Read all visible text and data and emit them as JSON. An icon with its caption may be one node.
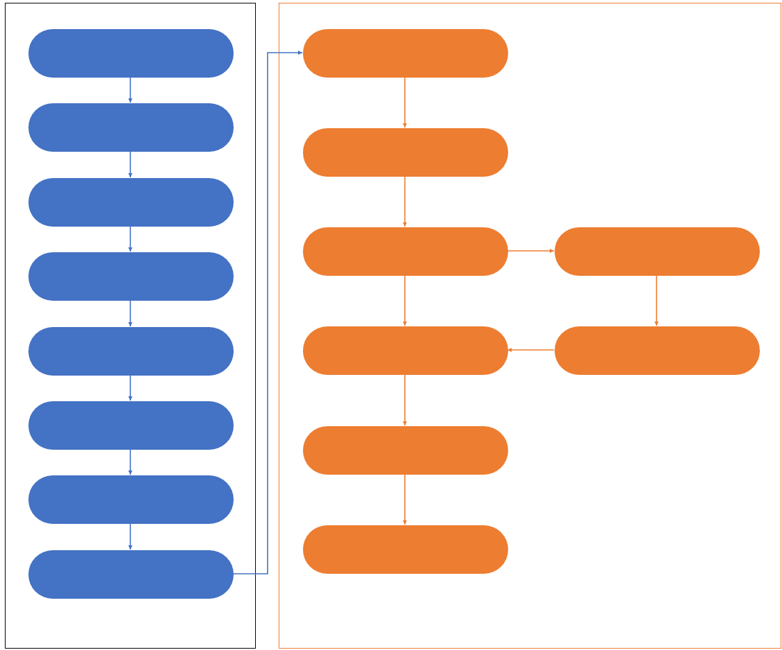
{
  "diagram": {
    "nodes": [
      {
        "text": [],
        "shape": "box"
      },
      {
        "text": [],
        "shape": "pill",
        "in": 0
      },
      {
        "text": [],
        "shape": "pill",
        "in": 0
      },
      {
        "text": [],
        "shape": "pill",
        "in": 0
      },
      {
        "text": [],
        "shape": "pill",
        "in": 0
      },
      {
        "text": [],
        "shape": "pill",
        "in": 0
      },
      {
        "text": [],
        "shape": "pill",
        "in": 0
      },
      {
        "text": [],
        "shape": "pill",
        "in": 0
      },
      {
        "text": [],
        "shape": "pill",
        "in": 0
      },
      {
        "text": [],
        "shape": "box"
      },
      {
        "text": [],
        "shape": "pill",
        "in": 9
      },
      {
        "text": [],
        "shape": "pill",
        "in": 9
      },
      {
        "text": [],
        "shape": "pill",
        "in": 9
      },
      {
        "text": [],
        "shape": "pill",
        "in": 9
      },
      {
        "text": [],
        "shape": "pill",
        "in": 9
      },
      {
        "text": [],
        "shape": "pill",
        "in": 9
      },
      {
        "text": [],
        "shape": "pill",
        "in": 9
      },
      {
        "text": [],
        "shape": "pill",
        "in": 9
      }
    ],
    "edges": [
      {
        "from": 1,
        "to": 2,
        "arrow": "to"
      },
      {
        "from": 2,
        "to": 3,
        "arrow": "to"
      },
      {
        "from": 3,
        "to": 4,
        "arrow": "to"
      },
      {
        "from": 4,
        "to": 5,
        "arrow": "to"
      },
      {
        "from": 5,
        "to": 6,
        "arrow": "to"
      },
      {
        "from": 6,
        "to": 7,
        "arrow": "to"
      },
      {
        "from": 7,
        "to": 8,
        "arrow": "to"
      },
      {
        "from": 8,
        "to": 10,
        "arrow": "to"
      },
      {
        "from": 10,
        "to": 11,
        "arrow": "to",
        "color": "#ed7d31"
      },
      {
        "from": 11,
        "to": 12,
        "arrow": "to",
        "color": "#ed7d31"
      },
      {
        "from": 12,
        "to": 13,
        "arrow": "to",
        "color": "#ed7d31"
      },
      {
        "from": 13,
        "to": 15,
        "arrow": "to",
        "color": "#ed7d31"
      },
      {
        "from": 15,
        "to": 14,
        "arrow": "to",
        "color": "#ed7d31"
      },
      {
        "from": 12,
        "to": 14,
        "arrow": "to",
        "color": "#ed7d31"
      },
      {
        "from": 14,
        "to": 16,
        "arrow": "to",
        "color": "#ed7d31"
      },
      {
        "from": 16,
        "to": 17,
        "arrow": "to",
        "color": "#ed7d31"
      }
    ]
  }
}
